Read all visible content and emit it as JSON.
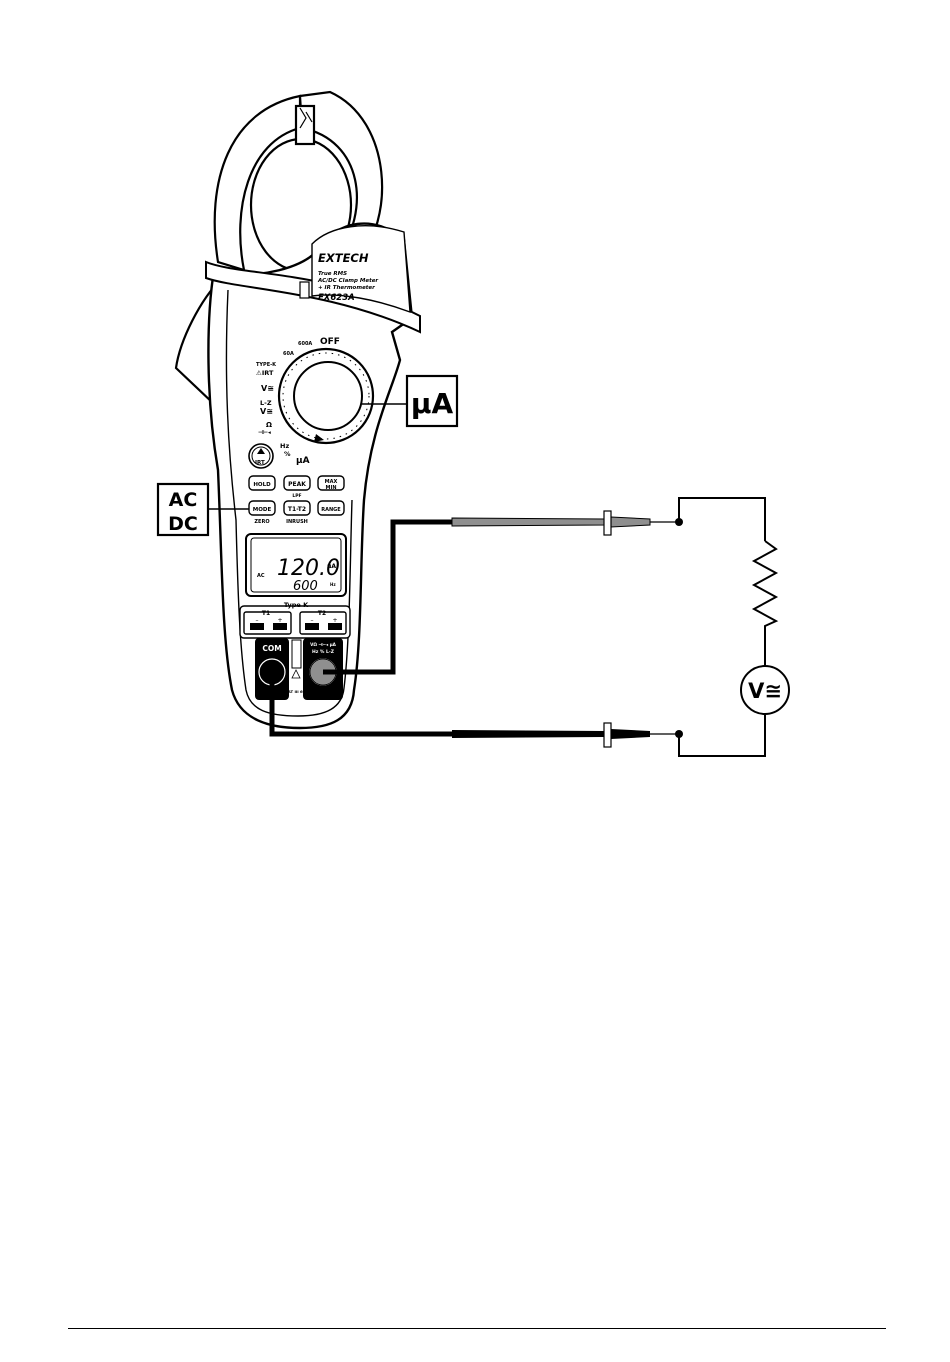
{
  "brand": "EXTECH",
  "subtitle_lines": [
    "True RMS",
    "AC/DC Clamp Meter",
    "+ IR Thermometer"
  ],
  "model": "EX623A",
  "callouts": {
    "function": "µA",
    "mode_line1": "AC",
    "mode_line2": "DC"
  },
  "dial_labels": {
    "off": "OFF",
    "a600": "600A",
    "a60": "60A",
    "typek": "TYPE-K",
    "irt": "⚠IRT",
    "volt": "V≅",
    "lz": "L-Z",
    "lzv": "V≅",
    "ohm": "Ω",
    "diode": "⊣⊢◂",
    "hz": "Hz",
    "pct": "%",
    "ua": "µA"
  },
  "buttons": {
    "irt": "IRT",
    "hold": "HOLD",
    "peak": "PEAK",
    "maxmin_1": "MAX",
    "maxmin_2": "MIN",
    "mode": "MODE",
    "t1t2": "T1-T2",
    "range": "RANGE"
  },
  "button_sublabels": {
    "lpf": "LPF",
    "zero": "ZERO",
    "inrush": "INRUSH"
  },
  "display": {
    "main_value": "120.0",
    "main_unit": "µA",
    "sub_value": "600",
    "sub_unit": "Hz",
    "ac": "AC"
  },
  "thermo": {
    "type_k": "Type K",
    "t1": "T1",
    "t2": "T2",
    "minus1": "–",
    "plus1": "+",
    "minus2": "–",
    "plus2": "+"
  },
  "jacks": {
    "com": "COM",
    "input_line1": "VΩ ⊣⊢◂ µA",
    "input_line2": "Hz % L-Z",
    "cat": "CAT III 600V"
  },
  "source_label": "V≅"
}
